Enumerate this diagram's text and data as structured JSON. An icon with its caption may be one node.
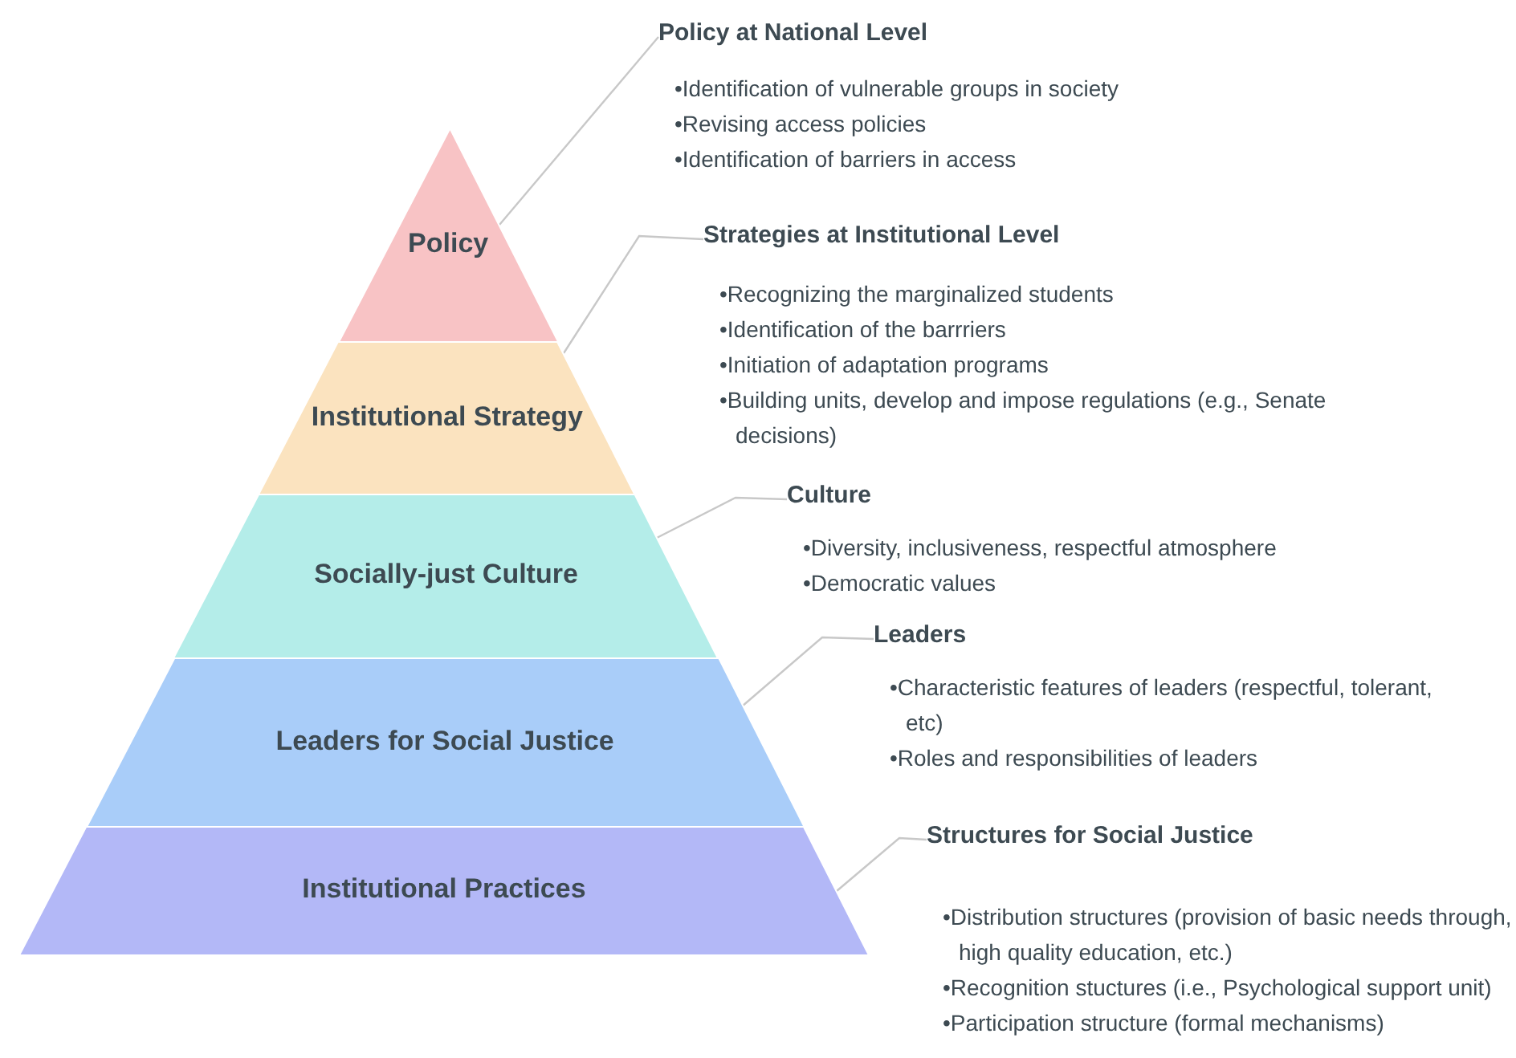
{
  "diagram": {
    "nodes": [
      {
        "text": [
          "Policy"
        ]
      },
      {
        "text": [
          "Institutional Strategy"
        ]
      },
      {
        "text": [
          "Socially-just Culture"
        ]
      },
      {
        "text": [
          "Leaders for Social Justice"
        ]
      },
      {
        "text": [
          "Institutional Practices"
        ]
      },
      {
        "text": [
          "Policy at National Level",
          "•Identification of vulnerable groups in society",
          "•Revising access policies",
          "•Identification of barriers in access"
        ]
      },
      {
        "text": [
          "Strategies at Institutional Level",
          "•Recognizing the marginalized students",
          "•Identification of the barrriers",
          "•Initiation of adaptation programs",
          "•Building units, develop and impose regulations (e.g., Senate decisions)"
        ]
      },
      {
        "text": [
          "Culture",
          "•Diversity, inclusiveness, respectful atmosphere",
          "•Democratic values"
        ]
      },
      {
        "text": [
          "Leaders",
          "•Characteristic features of leaders (respectful, tolerant, etc)",
          "•Roles and responsibilities of leaders"
        ]
      },
      {
        "text": [
          "Structures for Social Justice",
          "•Distribution structures (provision of basic needs through, high quality education, etc.)",
          "•Recognition stuctures (i.e., Psychological support unit)",
          "•Participation structure (formal mechanisms)"
        ]
      }
    ],
    "edges": [
      {
        "from": 5,
        "to": 0,
        "arrow": "none"
      },
      {
        "from": 6,
        "to": 1,
        "arrow": "none"
      },
      {
        "from": 7,
        "to": 2,
        "arrow": "none"
      },
      {
        "from": 8,
        "to": 3,
        "arrow": "none"
      },
      {
        "from": 9,
        "to": 4,
        "arrow": "none"
      }
    ]
  }
}
